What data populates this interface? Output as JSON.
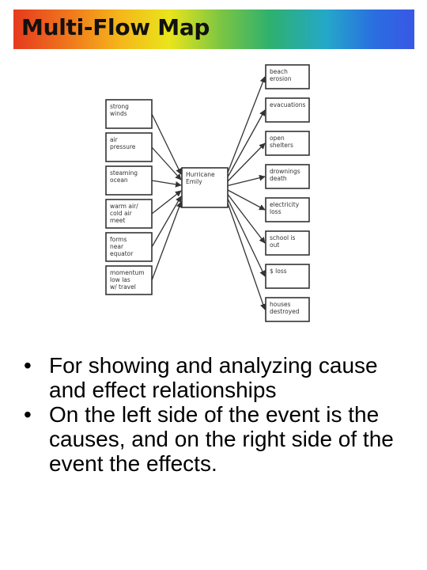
{
  "title": "Multi-Flow Map",
  "diagram": {
    "event": [
      "Hurricane",
      "Emily"
    ],
    "causes": [
      [
        "strong",
        "winds"
      ],
      [
        "air",
        "pressure"
      ],
      [
        "steaming",
        "ocean"
      ],
      [
        "warm air/",
        "cold air",
        "meet"
      ],
      [
        "forms",
        "near",
        "equator"
      ],
      [
        "momentum",
        "low las",
        "w/ travel"
      ]
    ],
    "effects": [
      [
        "beach",
        "erosion"
      ],
      [
        "evacuations"
      ],
      [
        "open",
        "shelters"
      ],
      [
        "drownings",
        "death"
      ],
      [
        "electricity",
        "loss"
      ],
      [
        "school is",
        "out"
      ],
      [
        "$ loss"
      ],
      [
        "houses",
        "destroyed"
      ]
    ]
  },
  "bullets": [
    "For showing and analyzing cause and effect relationships",
    "On the left side of the event is the causes, and on the right side of the event the effects."
  ],
  "bullet_symbol": "•"
}
